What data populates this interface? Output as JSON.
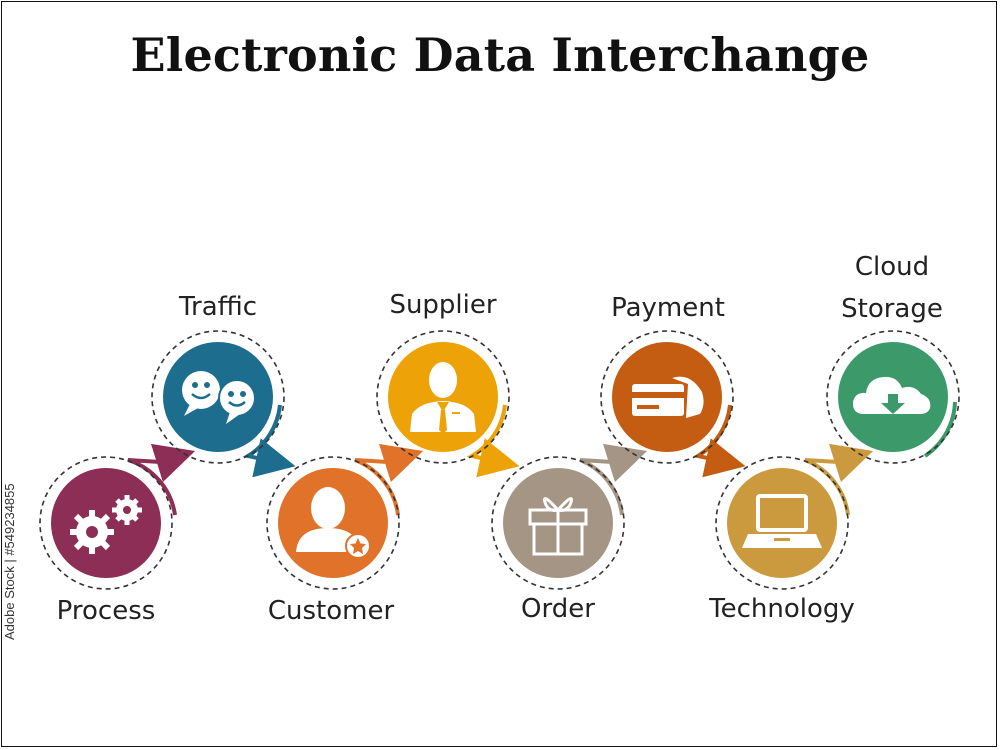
{
  "title": "Electronic Data Interchange",
  "side_caption": "Adobe Stock | #549234855",
  "steps": [
    {
      "label": "Process",
      "color": "#8c2e55",
      "icon": "gears-icon"
    },
    {
      "label": "Traffic",
      "color": "#1d6e8e",
      "icon": "chat-faces-icon"
    },
    {
      "label": "Customer",
      "color": "#e0722a",
      "icon": "user-star-icon"
    },
    {
      "label": "Supplier",
      "color": "#eda208",
      "icon": "businessman-icon"
    },
    {
      "label": "Order",
      "color": "#a49585",
      "icon": "gift-box-icon"
    },
    {
      "label": "Payment",
      "color": "#c45d12",
      "icon": "card-hand-icon"
    },
    {
      "label": "Technology",
      "color": "#cc9a3e",
      "icon": "laptop-icon"
    },
    {
      "label": "Cloud Storage",
      "color": "#3c9a6a",
      "icon": "cloud-download-icon"
    }
  ]
}
